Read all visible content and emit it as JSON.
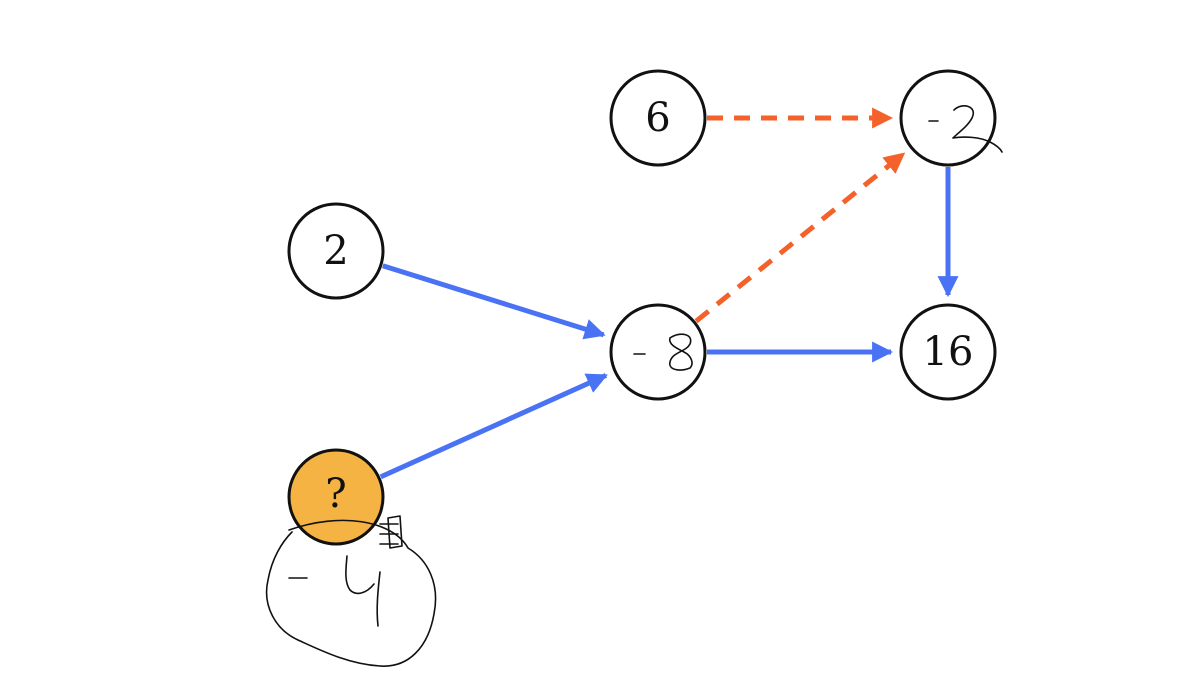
{
  "colors": {
    "background": "#ffffff",
    "node_fill": "#ffffff",
    "highlight_fill": "#f5b344",
    "node_stroke": "#111111",
    "solid_edge": "#4a72f5",
    "dashed_edge": "#f5612a"
  },
  "nodes": [
    {
      "id": "n6",
      "label": "6",
      "highlight": false
    },
    {
      "id": "n_m2",
      "label": "-2",
      "handwritten": true
    },
    {
      "id": "n2",
      "label": "2",
      "highlight": false
    },
    {
      "id": "n_m8",
      "label": "-8",
      "handwritten": true
    },
    {
      "id": "n16",
      "label": "16",
      "highlight": false
    },
    {
      "id": "nq",
      "label": "?",
      "highlight": true
    }
  ],
  "annotation": {
    "handwritten_answer": "-4"
  },
  "edges": [
    {
      "from": "n6",
      "to": "n_m2",
      "style": "dashed"
    },
    {
      "from": "n_m8",
      "to": "n_m2",
      "style": "dashed"
    },
    {
      "from": "n_m2",
      "to": "n16",
      "style": "solid"
    },
    {
      "from": "n2",
      "to": "n_m8",
      "style": "solid"
    },
    {
      "from": "nq",
      "to": "n_m8",
      "style": "solid"
    },
    {
      "from": "n_m8",
      "to": "n16",
      "style": "solid"
    }
  ]
}
